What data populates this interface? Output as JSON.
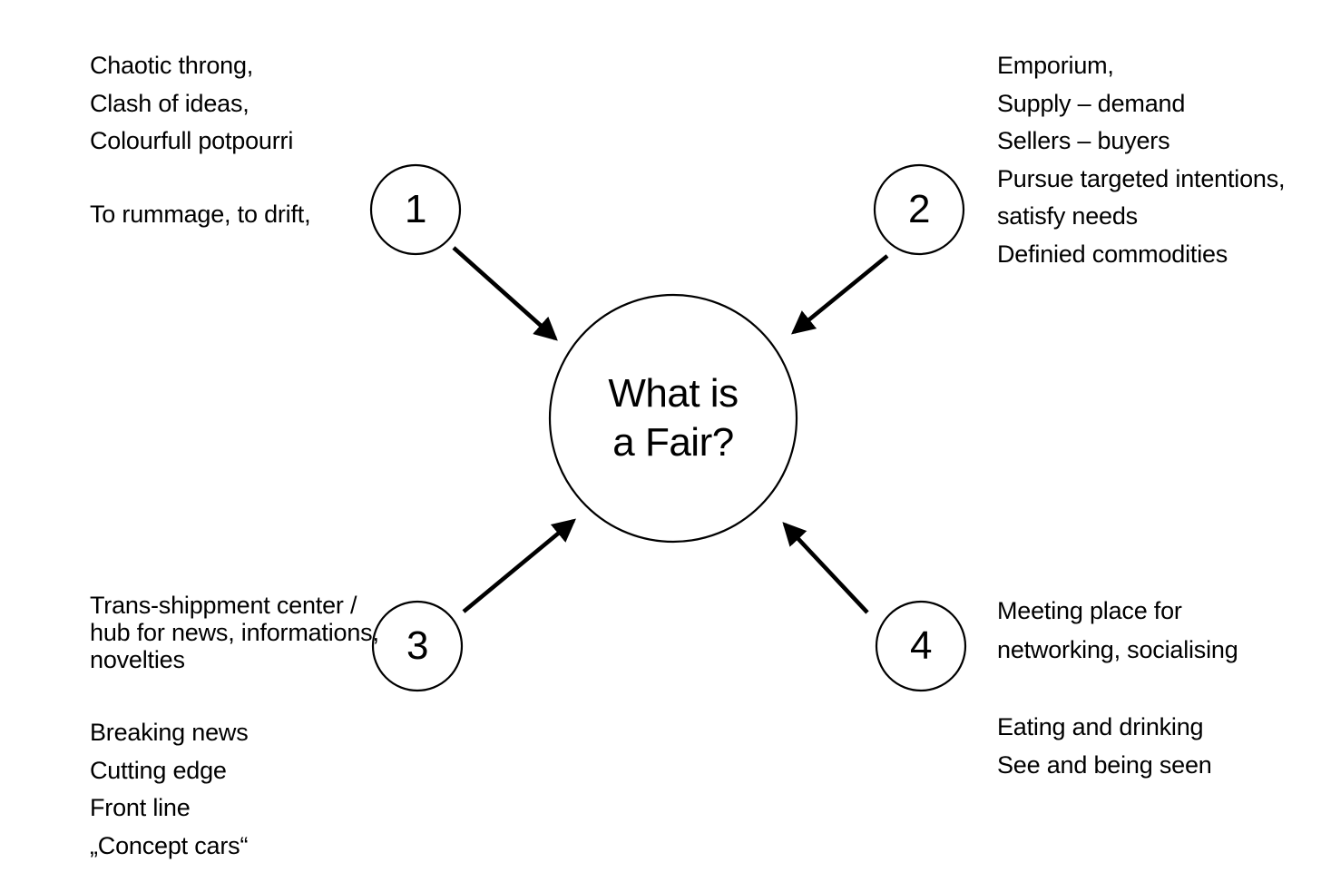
{
  "center": {
    "lines": [
      "What is",
      "a Fair?"
    ]
  },
  "nodes": [
    {
      "number": "1"
    },
    {
      "number": "2"
    },
    {
      "number": "3"
    },
    {
      "number": "4"
    }
  ],
  "text_blocks": {
    "top_left_a": [
      "Chaotic throng,",
      "Clash of ideas,",
      "Colourfull potpourri"
    ],
    "top_left_b": [
      "To rummage, to drift,"
    ],
    "top_right": [
      "Emporium,",
      "Supply – demand",
      "Sellers – buyers",
      "Pursue targeted intentions,",
      "satisfy needs",
      "Definied commodities"
    ],
    "bottom_left_a": [
      "Trans-shippment center /",
      "hub for news, informations,",
      "novelties"
    ],
    "bottom_left_b": [
      "Breaking news",
      "Cutting edge",
      "Front line",
      "„Concept cars“"
    ],
    "bottom_right_a": [
      "Meeting place for",
      "networking, socialising"
    ],
    "bottom_right_b": [
      "Eating and drinking",
      "See and being seen"
    ]
  },
  "colors": {
    "ink": "#000000",
    "background": "#ffffff"
  }
}
